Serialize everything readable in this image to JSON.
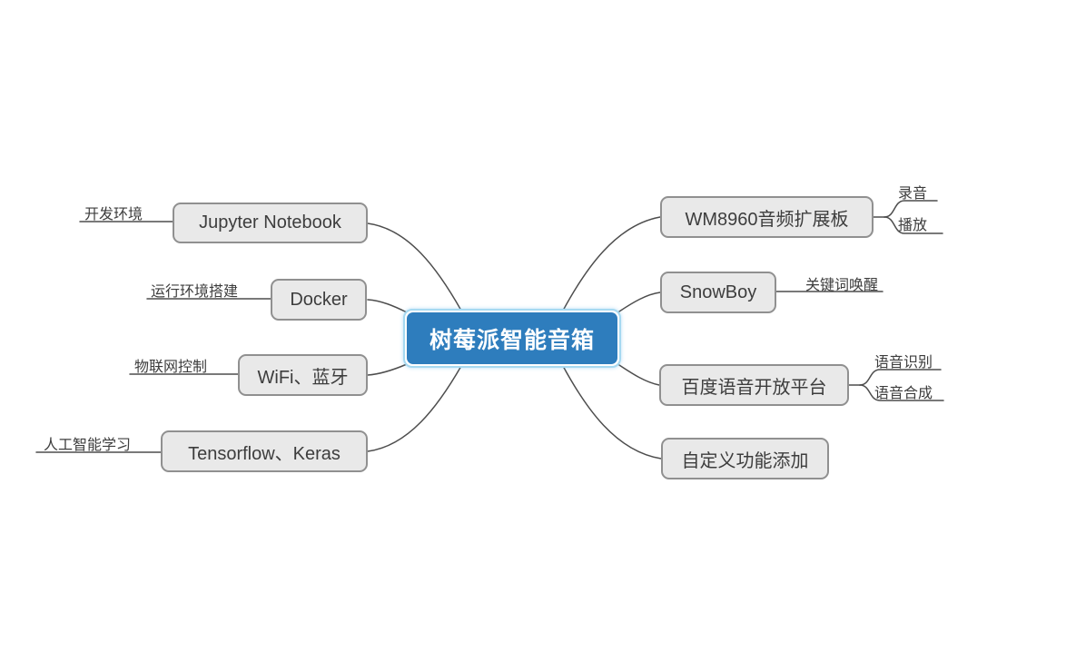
{
  "root": {
    "label": "树莓派智能音箱"
  },
  "left_branches": [
    {
      "label": "Jupyter Notebook",
      "children": [
        {
          "label": "开发环境"
        }
      ]
    },
    {
      "label": "Docker",
      "children": [
        {
          "label": "运行环境搭建"
        }
      ]
    },
    {
      "label": "WiFi、蓝牙",
      "children": [
        {
          "label": "物联网控制"
        }
      ]
    },
    {
      "label": "Tensorflow、Keras",
      "children": [
        {
          "label": "人工智能学习"
        }
      ]
    }
  ],
  "right_branches": [
    {
      "label": "WM8960音频扩展板",
      "children": [
        {
          "label": "录音"
        },
        {
          "label": "播放"
        }
      ]
    },
    {
      "label": "SnowBoy",
      "children": [
        {
          "label": "关键词唤醒"
        }
      ]
    },
    {
      "label": "百度语音开放平台",
      "children": [
        {
          "label": "语音识别"
        },
        {
          "label": "语音合成"
        }
      ]
    },
    {
      "label": "自定义功能添加",
      "children": []
    }
  ],
  "colors": {
    "central_topic_fill": "#2e7dbd",
    "central_topic_selection_ring": "#a6d9f1",
    "central_topic_text": "#ffffff",
    "topic_fill": "#e9e9e9",
    "topic_border": "#909090",
    "topic_text": "#3d3d3d",
    "connector_line": "#4d4d4d",
    "background": "#ffffff"
  }
}
